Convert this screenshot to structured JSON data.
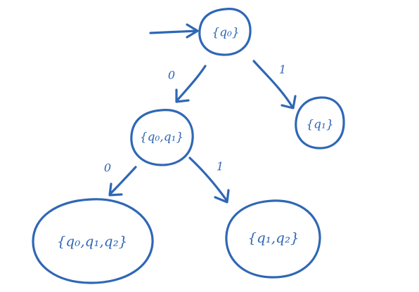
{
  "theme": {
    "ink_color": "#2f67b5",
    "background": "#ffffff"
  },
  "diagram": {
    "type": "state-transition-tree",
    "start_marker": "start-arrow",
    "states": [
      {
        "id": "s0",
        "label": "{q₀}"
      },
      {
        "id": "s1",
        "label": "{q₀,q₁}"
      },
      {
        "id": "s2",
        "label": "{q₁}"
      },
      {
        "id": "s3",
        "label": "{q₀,q₁,q₂}"
      },
      {
        "id": "s4",
        "label": "{q₁,q₂}"
      }
    ],
    "transitions": [
      {
        "from": "s0",
        "to": "s1",
        "symbol": "0"
      },
      {
        "from": "s0",
        "to": "s2",
        "symbol": "1"
      },
      {
        "from": "s1",
        "to": "s3",
        "symbol": "0"
      },
      {
        "from": "s1",
        "to": "s4",
        "symbol": "1"
      }
    ]
  }
}
